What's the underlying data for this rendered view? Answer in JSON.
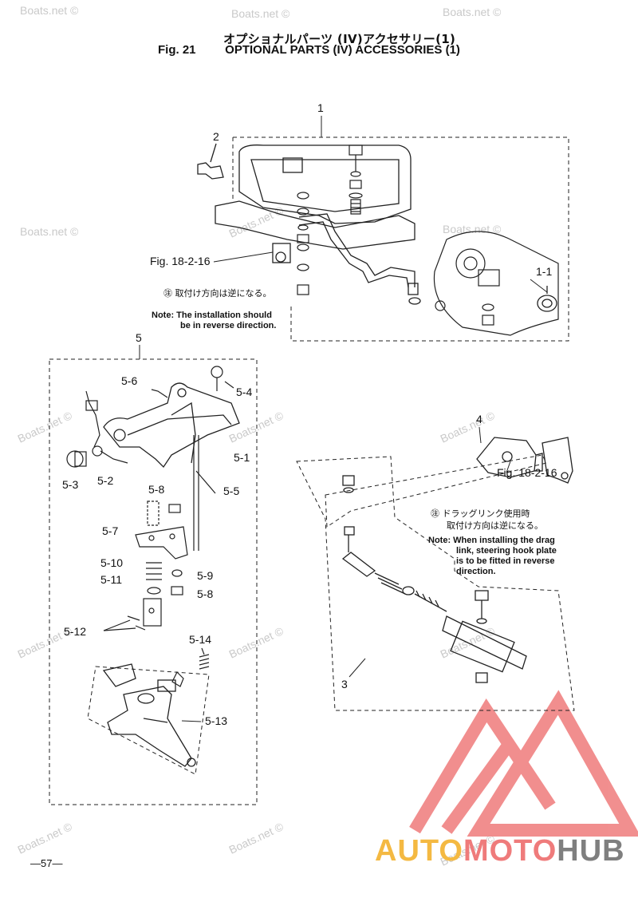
{
  "header": {
    "title_jp": "オプショナルパーツ (IV)アクセサリー(1)",
    "fig_label": "Fig. 21",
    "title_en": "OPTIONAL PARTS (IV) ACCESSORIES (1)"
  },
  "callouts": {
    "c1": "1",
    "c1_1": "1-1",
    "c2": "2",
    "c3": "3",
    "c4": "4",
    "c5": "5",
    "c5_1": "5-1",
    "c5_2": "5-2",
    "c5_3": "5-3",
    "c5_4": "5-4",
    "c5_5": "5-5",
    "c5_6": "5-6",
    "c5_7": "5-7",
    "c5_8a": "5-8",
    "c5_8b": "5-8",
    "c5_9": "5-9",
    "c5_10": "5-10",
    "c5_11": "5-11",
    "c5_12": "5-12",
    "c5_13": "5-13",
    "c5_14": "5-14"
  },
  "refs": {
    "fig_ref_top": "Fig. 18-2-16",
    "fig_ref_right": "Fig. 18-2-16"
  },
  "notes": {
    "top_jp": "㊟ 取付け方向は逆になる。",
    "top_en_1": "Note: The installation should",
    "top_en_2": "be in reverse direction.",
    "right_jp_1": "㊟ ドラッグリンク使用時",
    "right_jp_2": "取付け方向は逆になる。",
    "right_en_1": "Note: When installing the drag",
    "right_en_2": "link, steering hook plate",
    "right_en_3": "is to be fitted in reverse",
    "right_en_4": "direction."
  },
  "watermark": "Boats.net ©",
  "logo": {
    "part1": "AUTO",
    "part2": "MOTO",
    "part3": "HUB",
    "triangle_color": "#ef7b7b"
  },
  "footer": {
    "page_number": "—57—"
  }
}
